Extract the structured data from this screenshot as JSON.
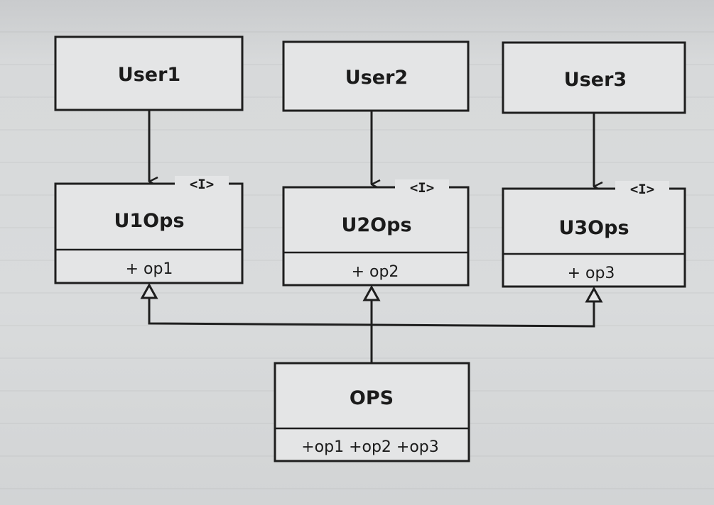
{
  "diagram": {
    "users": [
      {
        "name": "User1"
      },
      {
        "name": "User2"
      },
      {
        "name": "User3"
      }
    ],
    "interfaces": [
      {
        "name": "U1Ops",
        "stereotype": "<I>",
        "operation": "+ op1"
      },
      {
        "name": "U2Ops",
        "stereotype": "<I>",
        "operation": "+ op2"
      },
      {
        "name": "U3Ops",
        "stereotype": "<I>",
        "operation": "+ op3"
      }
    ],
    "implementation": {
      "name": "OPS",
      "operations": "+op1 +op2 +op3"
    },
    "colors": {
      "line": "#1e1e1e",
      "box_fill": "#e4e5e6",
      "background": "#d3d5d6"
    }
  }
}
